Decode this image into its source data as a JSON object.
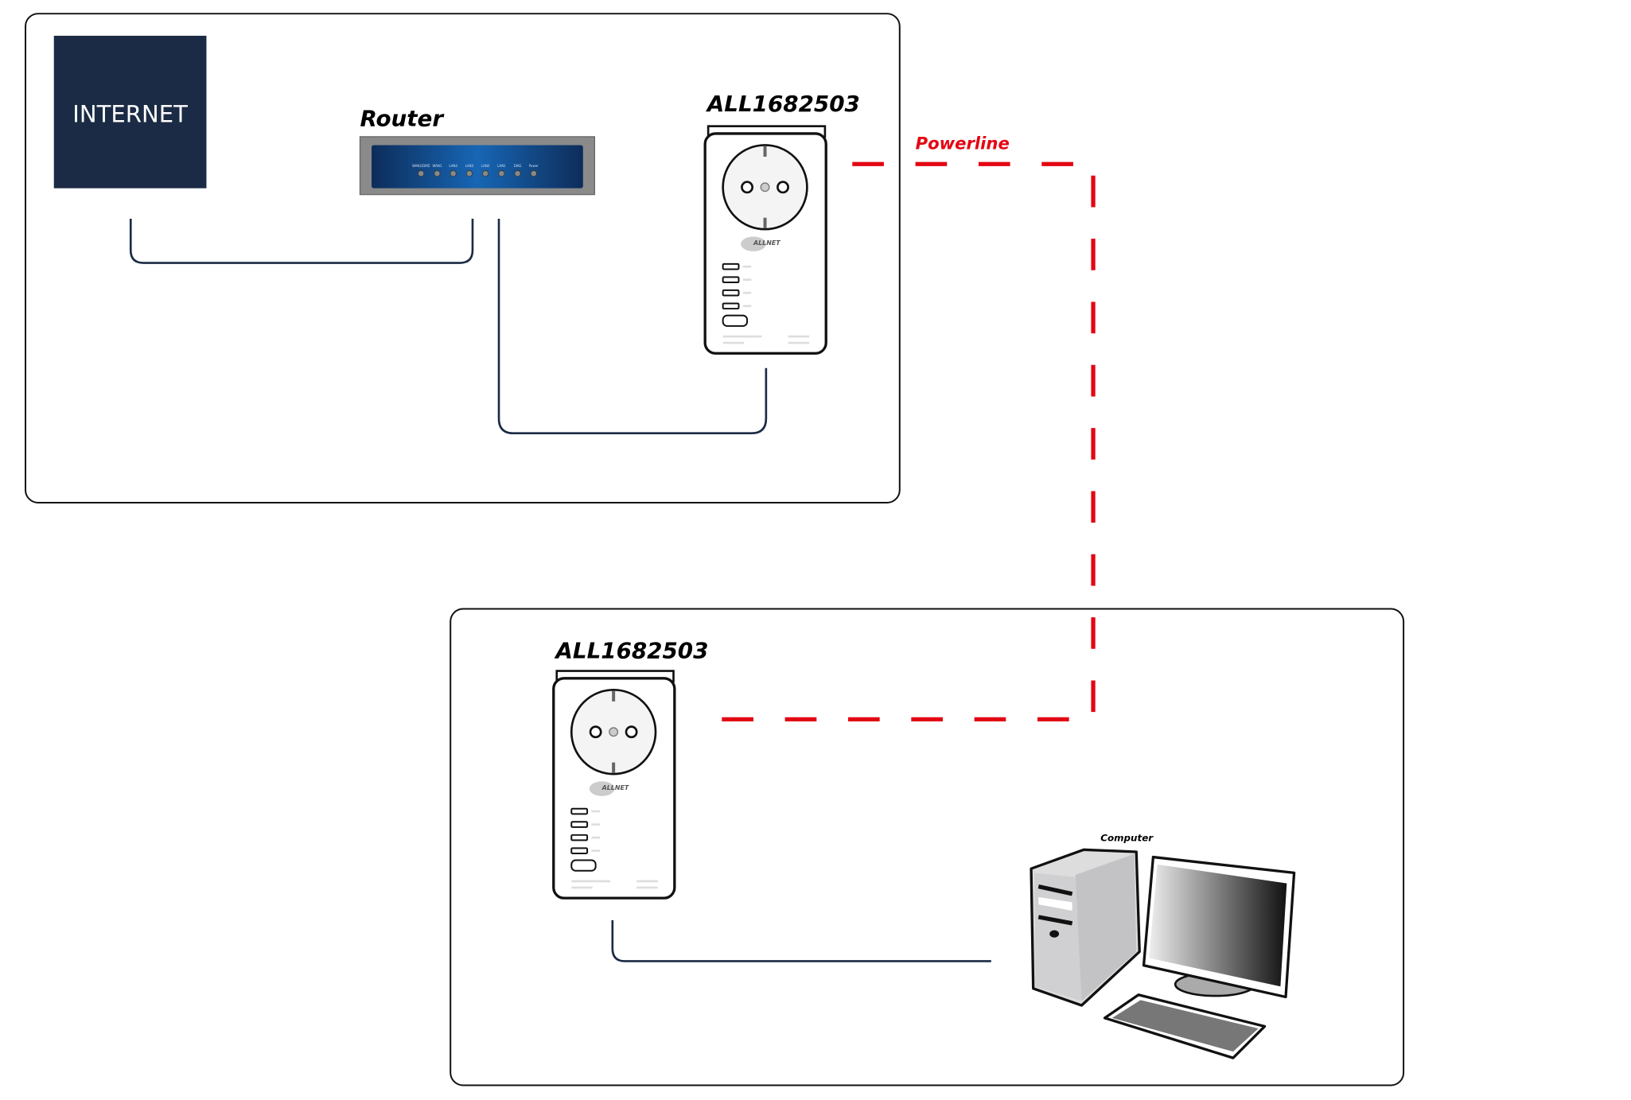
{
  "internet": {
    "label": "INTERNET"
  },
  "router": {
    "label": "Router",
    "ports": [
      "WAN2/DMZ",
      "WAN1",
      "LAN4",
      "LAN3",
      "LAN2",
      "LAN1",
      "DIAG",
      "Power"
    ]
  },
  "adapter_top": {
    "label": "ALL1682503",
    "brand": "ALLNET"
  },
  "adapter_bottom": {
    "label": "ALL1682503",
    "brand": "ALLNET"
  },
  "link": {
    "label": "Powerline"
  },
  "computer": {
    "label": "Computer"
  },
  "colors": {
    "powerline": "#e30613",
    "internet_box": "#1b2b45",
    "cable": "#1b2b45"
  }
}
